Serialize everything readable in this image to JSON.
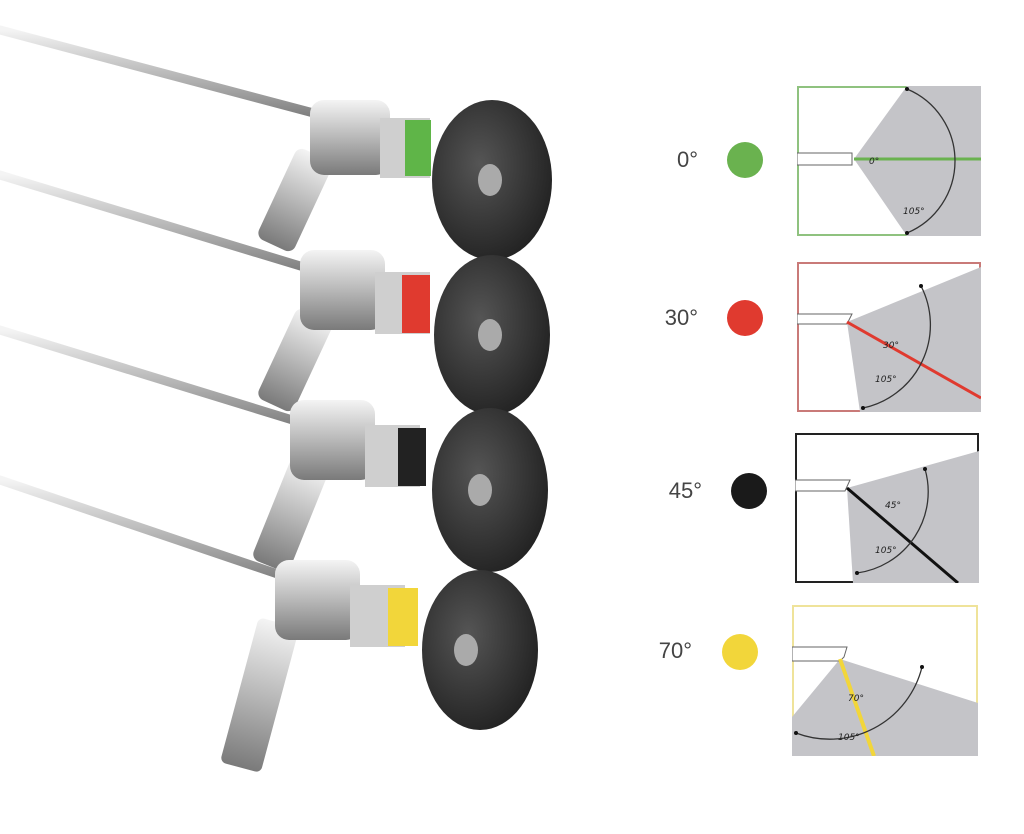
{
  "views": [
    {
      "angle_label": "0°",
      "color": "#6ab24f",
      "angle_text": "0°",
      "field_text": "105°"
    },
    {
      "angle_label": "30°",
      "color": "#e03a2f",
      "angle_text": "30°",
      "field_text": "105°"
    },
    {
      "angle_label": "45°",
      "color": "#1a1a1a",
      "angle_text": "45°",
      "field_text": "105°"
    },
    {
      "angle_label": "70°",
      "color": "#f2d63a",
      "angle_text": "70°",
      "field_text": "105°"
    }
  ]
}
